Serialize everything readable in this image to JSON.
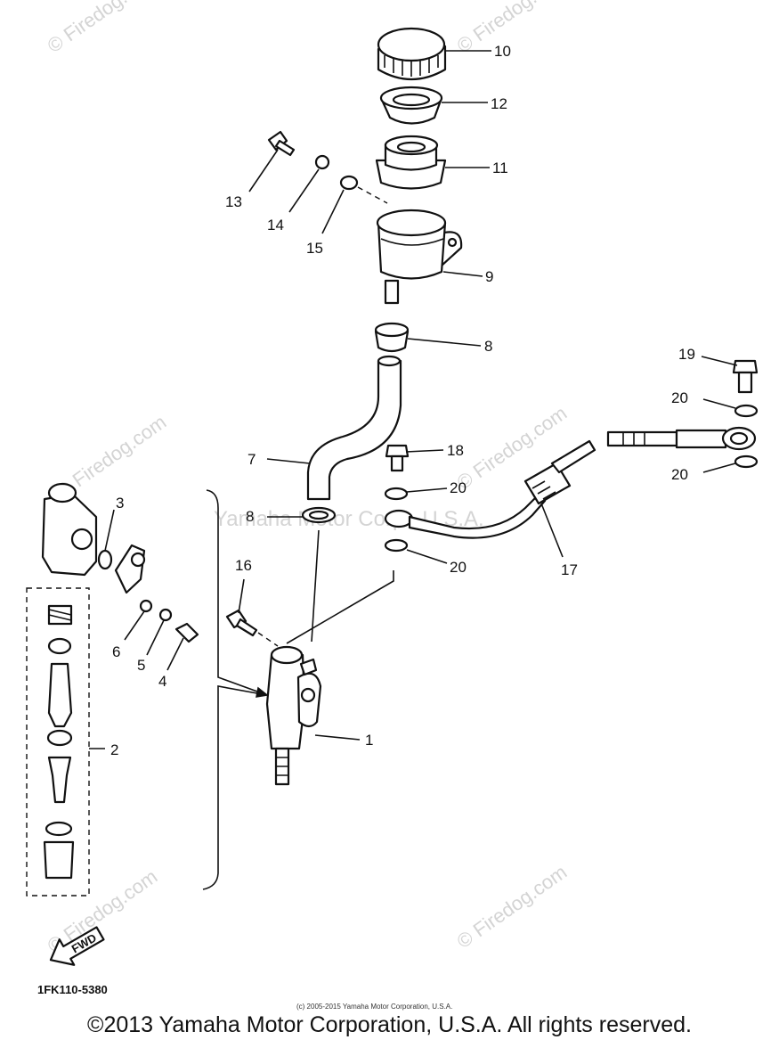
{
  "callouts": {
    "c1": "1",
    "c2": "2",
    "c3": "3",
    "c4": "4",
    "c5": "5",
    "c6": "6",
    "c7": "7",
    "c8a": "8",
    "c8b": "8",
    "c9": "9",
    "c10": "10",
    "c11": "11",
    "c12": "12",
    "c13": "13",
    "c14": "14",
    "c15": "15",
    "c16": "16",
    "c17": "17",
    "c18": "18",
    "c19": "19",
    "c20a": "20",
    "c20b": "20",
    "c20c": "20",
    "c20d": "20"
  },
  "watermarks": {
    "firedog_1": "© Firedog.com",
    "firedog_2": "© Firedog.com",
    "firedog_3": "© Firedog.com",
    "firedog_4": "© Firedog.com",
    "firedog_5": "© Firedog.com",
    "firedog_6": "© Firedog.com",
    "yamaha": "Yamaha Motor Corp., U.S.A."
  },
  "fwd_label": "FWD",
  "diagram_code": "1FK110-5380",
  "small_copyright": "(c) 2005-2015 Yamaha Motor Corporation, U.S.A.",
  "footer_copyright": "©2013 Yamaha Motor Corporation, U.S.A. All rights reserved."
}
